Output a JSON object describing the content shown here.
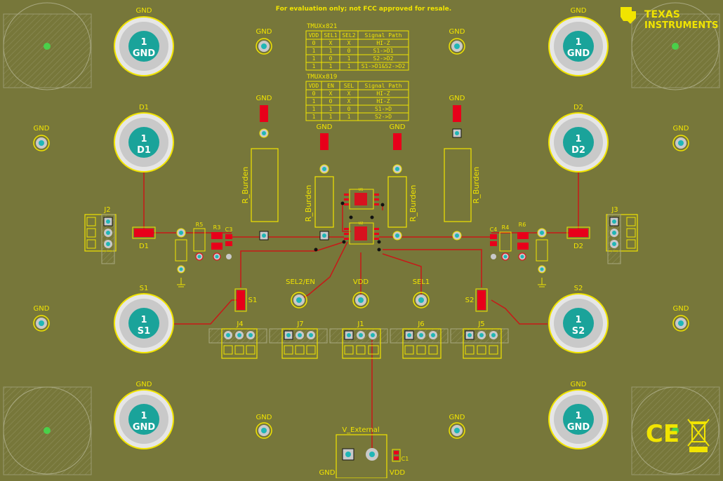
{
  "banner": "For evaluation only; not FCC approved for resale.",
  "logo": {
    "line1": "TEXAS",
    "line2": "INSTRUMENTS"
  },
  "pads": {
    "gnd_tl": {
      "caption": "GND",
      "num": "1",
      "name": "GND"
    },
    "gnd_tr": {
      "caption": "GND",
      "num": "1",
      "name": "GND"
    },
    "d1": {
      "caption": "D1",
      "num": "1",
      "name": "D1"
    },
    "d2": {
      "caption": "D2",
      "num": "1",
      "name": "D2"
    },
    "s1": {
      "caption": "S1",
      "num": "1",
      "name": "S1"
    },
    "s2": {
      "caption": "S2",
      "num": "1",
      "name": "S2"
    },
    "gnd_bl": {
      "caption": "GND",
      "num": "1",
      "name": "GND"
    },
    "gnd_br": {
      "caption": "GND",
      "num": "1",
      "name": "GND"
    }
  },
  "labels": {
    "gnd": "GND",
    "d1": "D1",
    "d2": "D2",
    "s1": "S1",
    "s2": "S2",
    "j1": "J1",
    "j2": "J2",
    "j3": "J3",
    "j4": "J4",
    "j5": "J5",
    "j6": "J6",
    "j7": "J7",
    "r3": "R3",
    "r4": "R4",
    "r5": "R5",
    "r6": "R6",
    "c1": "C1",
    "c3": "C3",
    "c4": "C4",
    "r_burden": "R_Burden",
    "sel2_en": "SEL2/EN",
    "vdd": "VDD",
    "sel1": "SEL1",
    "v_external": "V_External",
    "u1": "U1",
    "u2": "U2"
  },
  "table1": {
    "title": "TMUXx821",
    "headers": [
      "VDD",
      "SEL1",
      "SEL2",
      "Signal Path"
    ],
    "rows": [
      [
        "0",
        "X",
        "X",
        "HI-Z"
      ],
      [
        "1",
        "1",
        "0",
        "S1->D1"
      ],
      [
        "1",
        "0",
        "1",
        "S2->D2"
      ],
      [
        "1",
        "1",
        "1",
        "S1->D1&S2->D2"
      ]
    ]
  },
  "table2": {
    "title": "TMUXx819",
    "headers": [
      "VDD",
      "EN",
      "SEL",
      "Signal Path"
    ],
    "rows": [
      [
        "0",
        "X",
        "X",
        "HI-Z"
      ],
      [
        "1",
        "0",
        "X",
        "HI-Z"
      ],
      [
        "1",
        "1",
        "0",
        "S1->D"
      ],
      [
        "1",
        "1",
        "1",
        "S2->D"
      ]
    ]
  },
  "marks": {
    "ce": "CE"
  },
  "colors": {
    "board": "#77773a",
    "silk": "#f1e400",
    "copper": "#e8001a",
    "trace": "#c81818",
    "pad_ring": "#c9c9c9",
    "pad_center": "#1aa39a",
    "via": "#20b6b6"
  }
}
